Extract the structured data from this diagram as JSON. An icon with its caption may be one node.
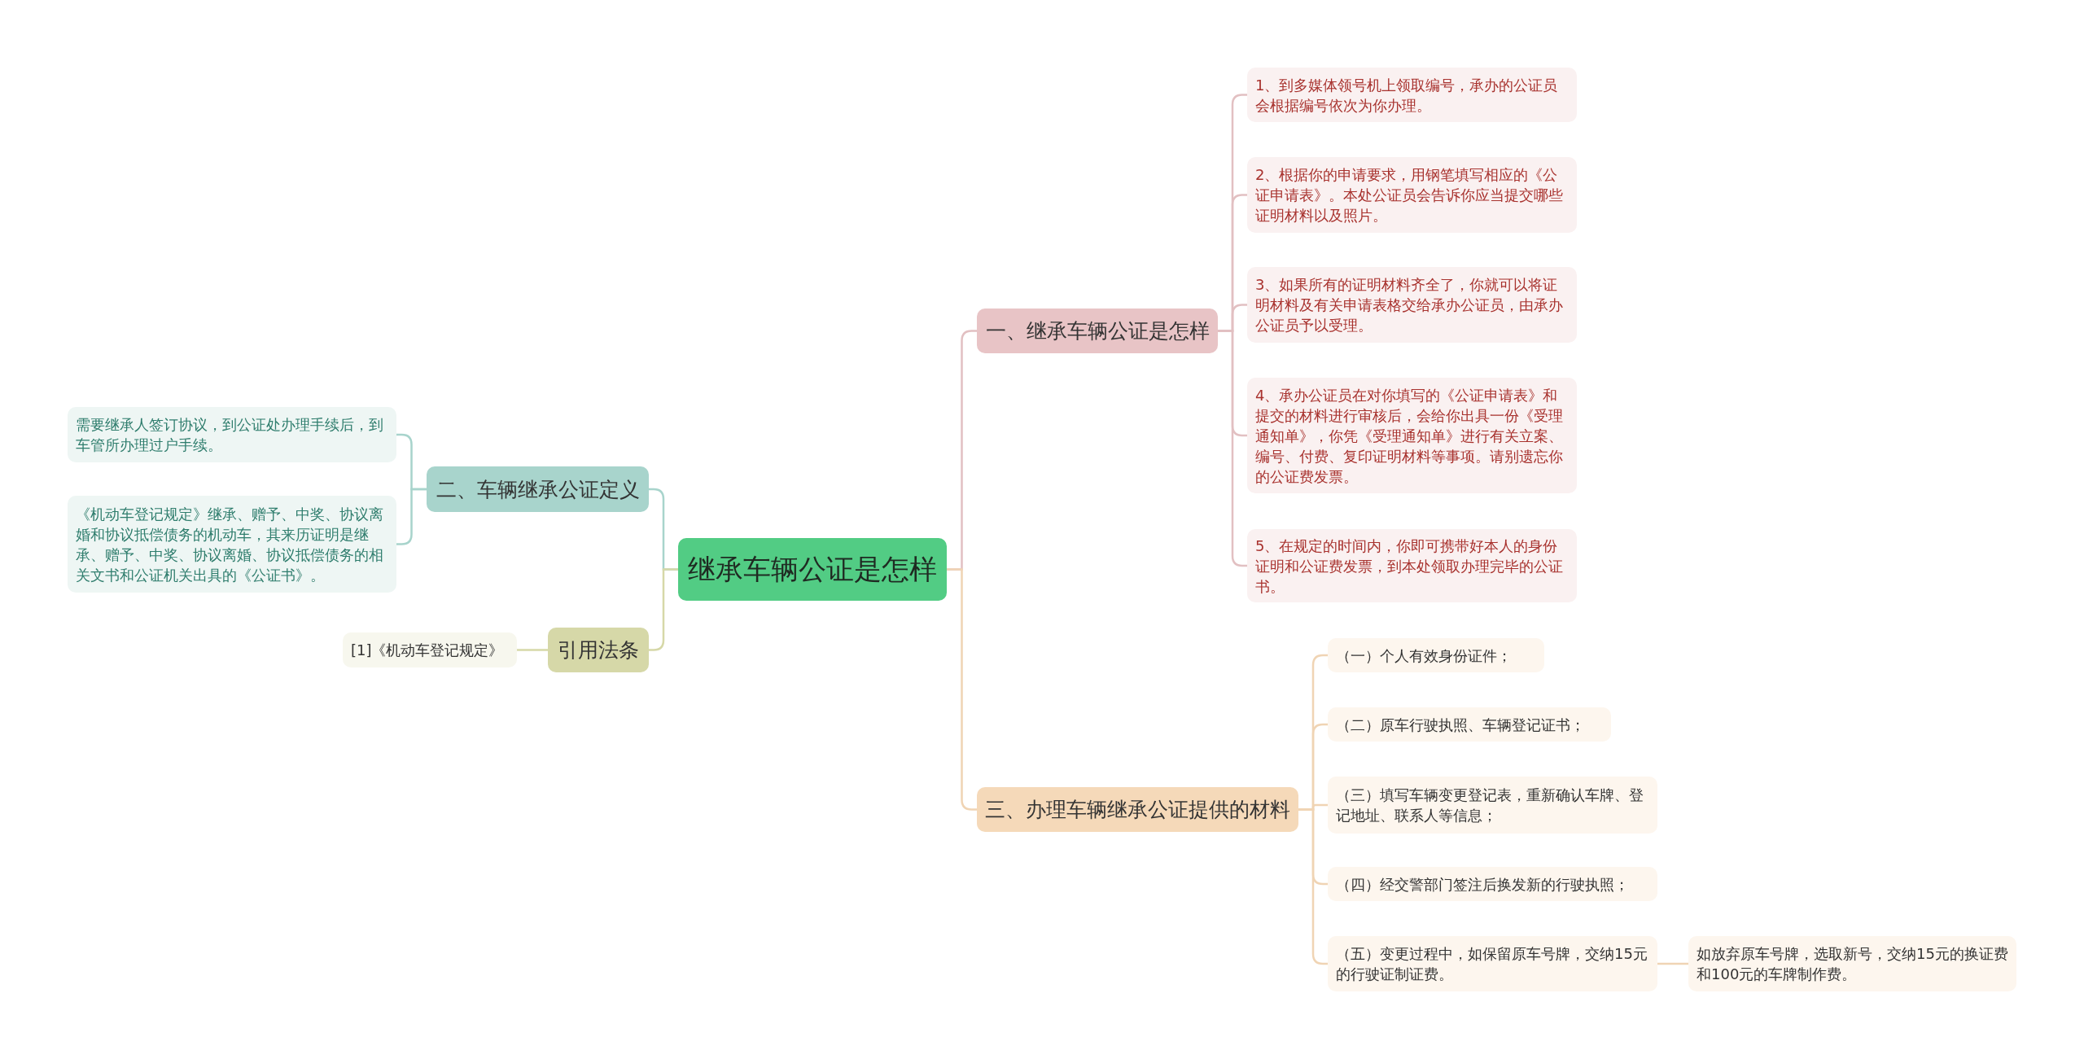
{
  "diagram": {
    "nodes": [
      {
        "text": [
          "继承车辆公证是怎样"
        ]
      },
      {
        "text": [
          "一、继承车辆公证是怎样"
        ]
      },
      {
        "text": [
          "1、到多媒体领号机上领取编号，承办的公证员会根据编号依次为你办理。"
        ]
      },
      {
        "text": [
          "2、根据你的申请要求，用钢笔填写相应的《公证申请表》。本处公证员会告诉你应当提交哪些证明材料以及照片。"
        ]
      },
      {
        "text": [
          "3、如果所有的证明材料齐全了，你就可以将证明材料及有关申请表格交给承办公证员，由承办公证员予以受理。"
        ]
      },
      {
        "text": [
          "4、承办公证员在对你填写的《公证申请表》和提交的材料进行审核后，会给你出具一份《受理通知单》，你凭《受理通知单》进行有关立案、编号、付费、复印证明材料等事项。请别遗忘你的公证费发票。"
        ]
      },
      {
        "text": [
          "5、在规定的时间内，你即可携带好本人的身份证明和公证费发票，到本处领取办理完毕的公证书。"
        ]
      },
      {
        "text": [
          "三、办理车辆继承公证提供的材料"
        ]
      },
      {
        "text": [
          "（一）个人有效身份证件；"
        ]
      },
      {
        "text": [
          "（二）原车行驶执照、车辆登记证书；"
        ]
      },
      {
        "text": [
          "（三）填写车辆变更登记表，重新确认车牌、登记地址、联系人等信息；"
        ]
      },
      {
        "text": [
          "（四）经交警部门签注后换发新的行驶执照；"
        ]
      },
      {
        "text": [
          "（五）变更过程中，如保留原车号牌，交纳15元的行驶证制证费。"
        ]
      },
      {
        "text": [
          "如放弃原车号牌，选取新号，交纳15元的换证费和100元的车牌制作费。"
        ]
      },
      {
        "text": [
          "二、车辆继承公证定义"
        ]
      },
      {
        "text": [
          "需要继承人签订协议，到公证处办理手续后，到车管所办理过户手续。"
        ]
      },
      {
        "text": [
          "《机动车登记规定》继承、赠予、中奖、协议离婚和协议抵偿债务的机动车，其来历证明是继承、赠予、中奖、协议离婚、协议抵偿债务的相关文书和公证机关出具的《公证书》。"
        ]
      },
      {
        "text": [
          "引用法条"
        ]
      },
      {
        "text": [
          "[1]《机动车登记规定》"
        ]
      }
    ],
    "edges": [
      {
        "from": 0,
        "to": 1,
        "arrow": "none",
        "color": "#e2c0c2"
      },
      {
        "from": 1,
        "to": 2,
        "arrow": "none",
        "color": "#e2c0c2"
      },
      {
        "from": 1,
        "to": 3,
        "arrow": "none",
        "color": "#e2c0c2"
      },
      {
        "from": 1,
        "to": 4,
        "arrow": "none",
        "color": "#e2c0c2"
      },
      {
        "from": 1,
        "to": 5,
        "arrow": "none",
        "color": "#e2c0c2"
      },
      {
        "from": 1,
        "to": 6,
        "arrow": "none",
        "color": "#e2c0c2"
      },
      {
        "from": 0,
        "to": 7,
        "arrow": "none",
        "color": "#f0d4b4"
      },
      {
        "from": 7,
        "to": 8,
        "arrow": "none",
        "color": "#f0d4b4"
      },
      {
        "from": 7,
        "to": 9,
        "arrow": "none",
        "color": "#f0d4b4"
      },
      {
        "from": 7,
        "to": 10,
        "arrow": "none",
        "color": "#f0d4b4"
      },
      {
        "from": 7,
        "to": 11,
        "arrow": "none",
        "color": "#f0d4b4"
      },
      {
        "from": 7,
        "to": 12,
        "arrow": "none",
        "color": "#f0d4b4"
      },
      {
        "from": 12,
        "to": 13,
        "arrow": "none",
        "color": "#f0d4b4"
      },
      {
        "from": 0,
        "to": 14,
        "arrow": "none",
        "color": "#a8d4cc"
      },
      {
        "from": 14,
        "to": 15,
        "arrow": "none",
        "color": "#a8d4cc"
      },
      {
        "from": 14,
        "to": 16,
        "arrow": "none",
        "color": "#a8d4cc"
      },
      {
        "from": 0,
        "to": 17,
        "arrow": "none",
        "color": "#d6d8a8"
      },
      {
        "from": 17,
        "to": 18,
        "arrow": "none",
        "color": "#d6d8a8"
      }
    ]
  }
}
